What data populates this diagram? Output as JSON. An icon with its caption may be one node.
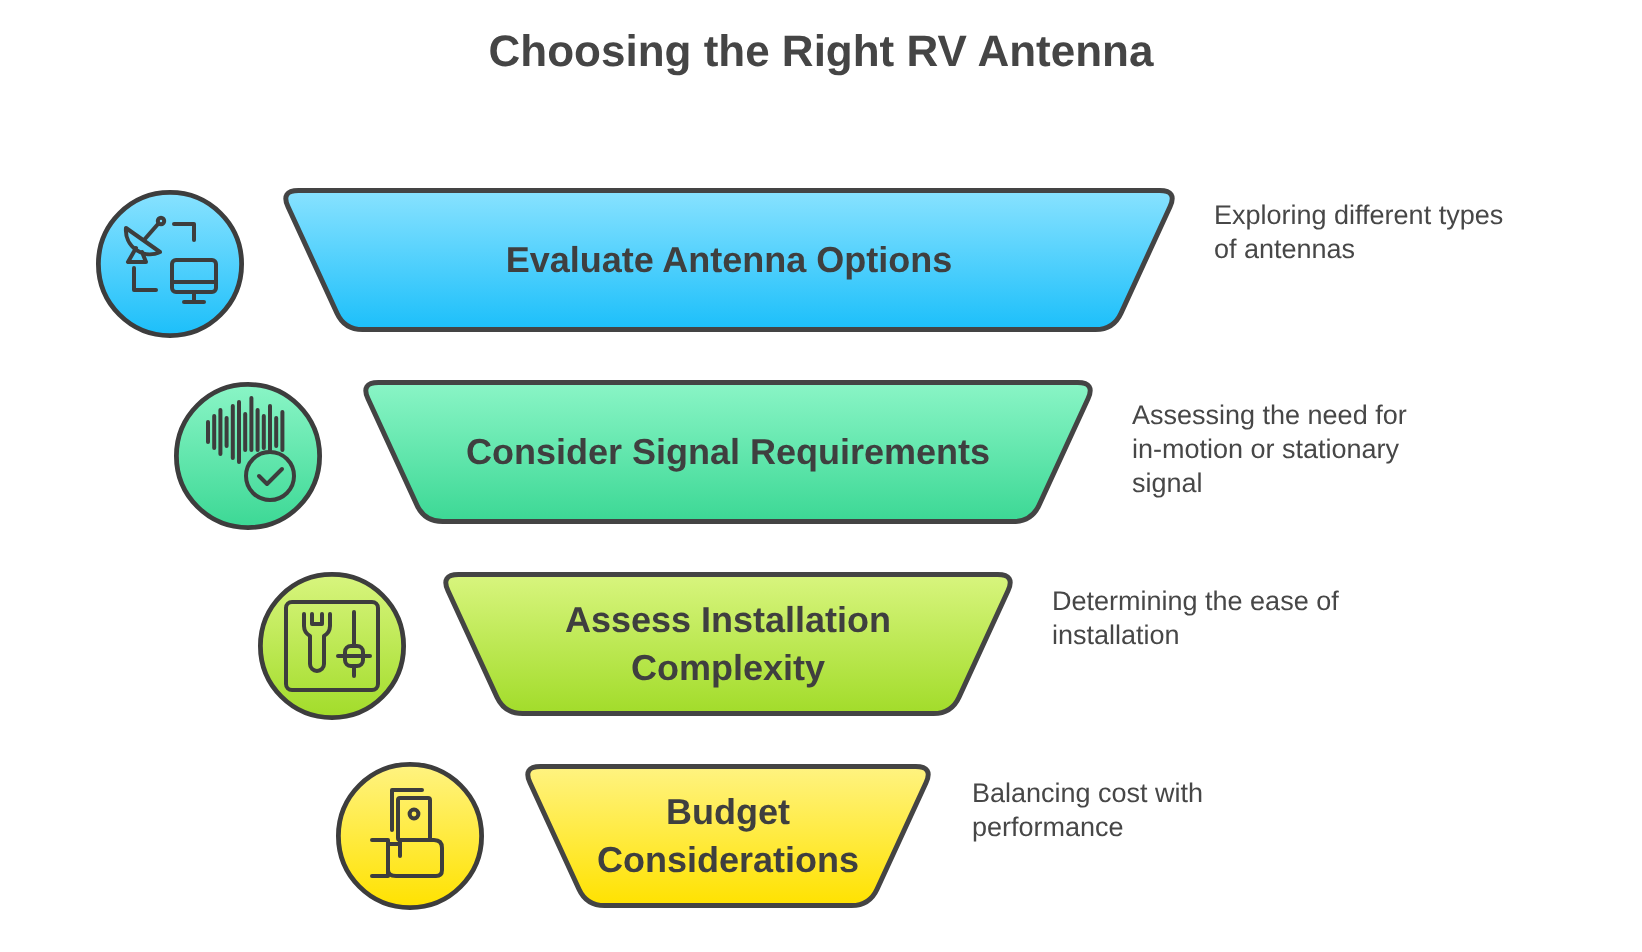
{
  "diagram": {
    "title": "Choosing the Right RV Antenna",
    "nodes": [
      {
        "text": [
          "Evaluate Antenna Options"
        ],
        "beside": [
          "Exploring different types of antennas"
        ]
      },
      {
        "text": [
          "Consider Signal Requirements"
        ],
        "beside": [
          "Assessing the need for in-motion or stationary signal"
        ]
      },
      {
        "text": [
          "Assess Installation Complexity"
        ],
        "beside": [
          "Determining the ease of installation"
        ]
      },
      {
        "text": [
          "Budget Considerations"
        ],
        "beside": [
          "Balancing cost with performance"
        ]
      }
    ]
  }
}
